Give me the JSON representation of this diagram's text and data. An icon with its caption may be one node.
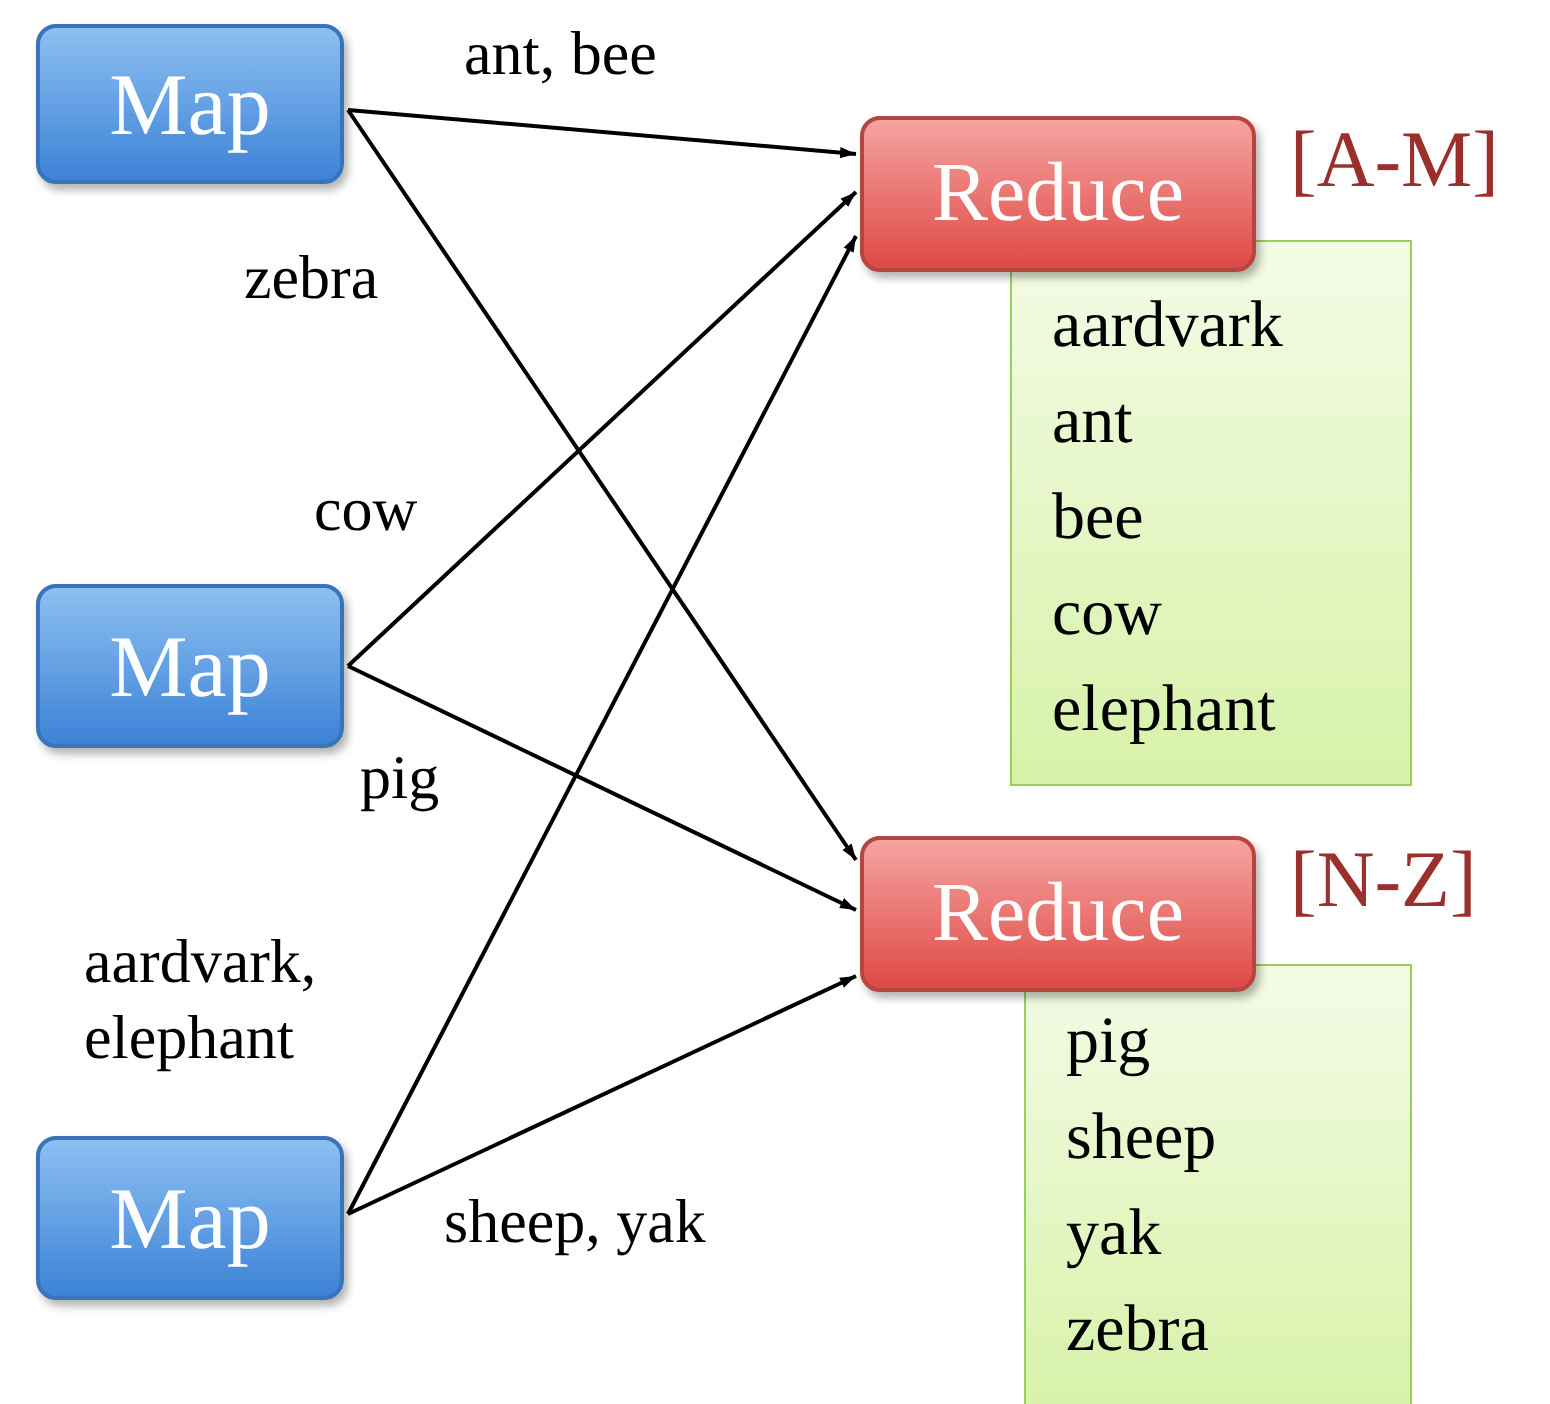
{
  "diagram": {
    "nodes": [
      {
        "text": [
          "Map"
        ]
      },
      {
        "text": [
          "Reduce"
        ],
        "beside": [
          "[A-M]"
        ]
      },
      {
        "text": [
          "aardvark",
          "ant",
          "bee",
          "cow",
          "elephant"
        ]
      },
      {
        "text": [
          "Map"
        ]
      },
      {
        "text": [
          "Map"
        ]
      },
      {
        "text": [
          "Reduce"
        ],
        "beside": [
          "[N-Z]"
        ]
      },
      {
        "text": [
          "pig",
          "sheep",
          "yak",
          "zebra"
        ]
      }
    ],
    "edges": [
      {
        "from": 0,
        "to": 1,
        "arrow": "to",
        "label": "ant, bee"
      },
      {
        "from": 0,
        "to": 5,
        "arrow": "to",
        "label": "zebra"
      },
      {
        "from": 3,
        "to": 1,
        "arrow": "to",
        "label": "cow"
      },
      {
        "from": 3,
        "to": 5,
        "arrow": "to",
        "label": "pig"
      },
      {
        "from": 4,
        "to": 1,
        "arrow": "to",
        "label": "aardvark, elephant"
      },
      {
        "from": 4,
        "to": 5,
        "arrow": "to",
        "label": "sheep, yak"
      }
    ]
  }
}
